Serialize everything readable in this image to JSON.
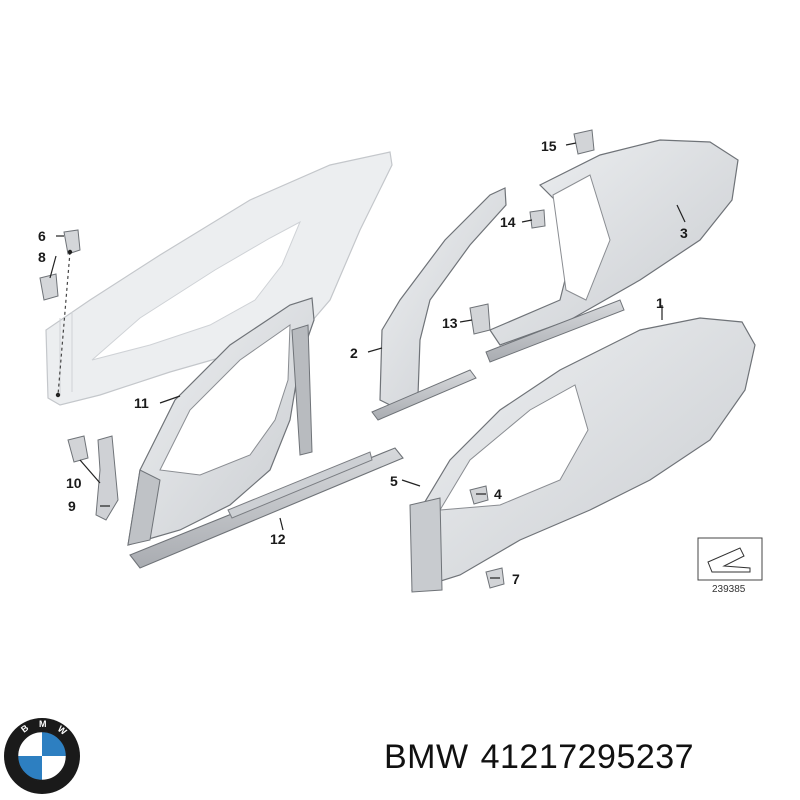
{
  "callouts": {
    "c1": "1",
    "c2": "2",
    "c3": "3",
    "c4": "4",
    "c5": "5",
    "c6": "6",
    "c7": "7",
    "c8": "8",
    "c9": "9",
    "c10": "10",
    "c11": "11",
    "c12": "12",
    "c13": "13",
    "c14": "14",
    "c15": "15"
  },
  "reference_number": "239385",
  "brand_name": "BMW",
  "part_number": "41217295237",
  "logo": {
    "letters": "BMW",
    "colors": {
      "blue": "#2d7fc1",
      "white": "#ffffff",
      "ring": "#1a1a1a"
    }
  },
  "colors": {
    "panel_light": "#dfe0e3",
    "panel_ghost": "#eceef0",
    "panel_edge": "#7a7d82",
    "accent": "#2d7fc1"
  }
}
